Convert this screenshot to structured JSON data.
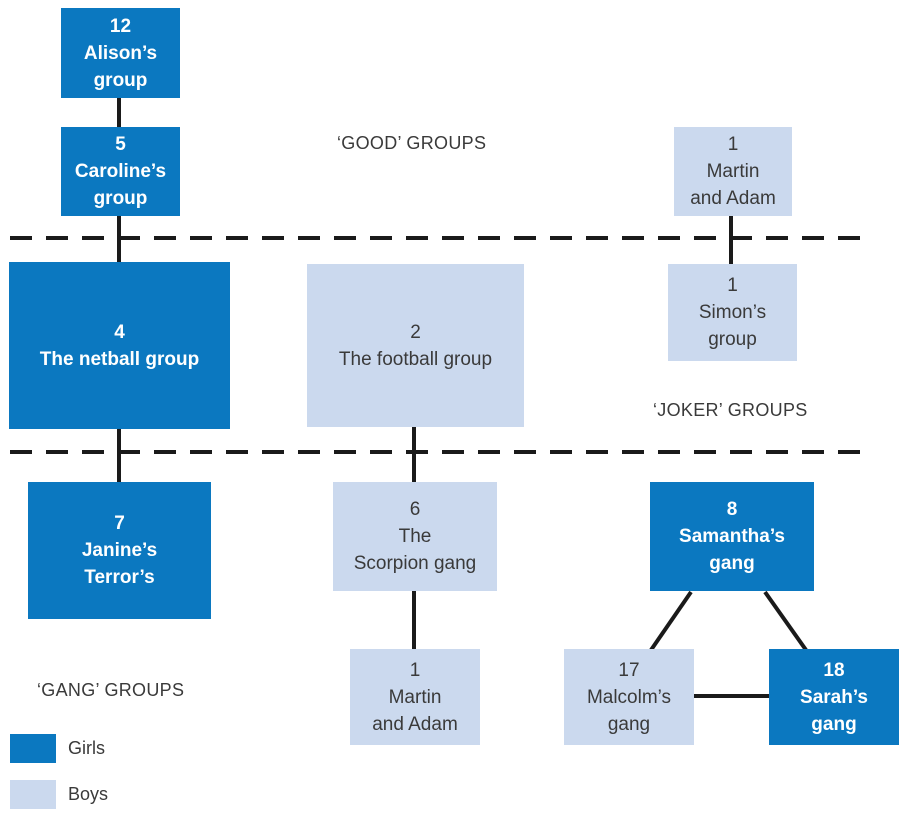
{
  "colors": {
    "girls": "#0b78c0",
    "boys": "#cbd9ee",
    "line": "#1a1a1a"
  },
  "section_labels": {
    "good": "‘GOOD’ GROUPS",
    "joker": "‘JOKER’ GROUPS",
    "gang": "‘GANG’ GROUPS"
  },
  "nodes": {
    "alison": {
      "number": "12",
      "line1": "Alison’s",
      "line2": "group"
    },
    "caroline": {
      "number": "5",
      "line1": "Caroline’s",
      "line2": "group"
    },
    "martin_adam_good": {
      "number": "1",
      "line1": "Martin",
      "line2": "and Adam"
    },
    "netball": {
      "number": "4",
      "line1": "The netball group"
    },
    "football": {
      "number": "2",
      "line1": "The football group"
    },
    "simon": {
      "number": "1",
      "line1": "Simon’s",
      "line2": "group"
    },
    "janine": {
      "number": "7",
      "line1": "Janine’s",
      "line2": "Terror’s"
    },
    "scorpion": {
      "number": "6",
      "line1": "The",
      "line2": "Scorpion gang"
    },
    "samantha": {
      "number": "8",
      "line1": "Samantha’s",
      "line2": "gang"
    },
    "martin_adam_gang": {
      "number": "1",
      "line1": "Martin",
      "line2": "and Adam"
    },
    "malcolm": {
      "number": "17",
      "line1": "Malcolm’s",
      "line2": "gang"
    },
    "sarah": {
      "number": "18",
      "line1": "Sarah’s",
      "line2": "gang"
    }
  },
  "legend": {
    "girls": "Girls",
    "boys": "Boys"
  }
}
